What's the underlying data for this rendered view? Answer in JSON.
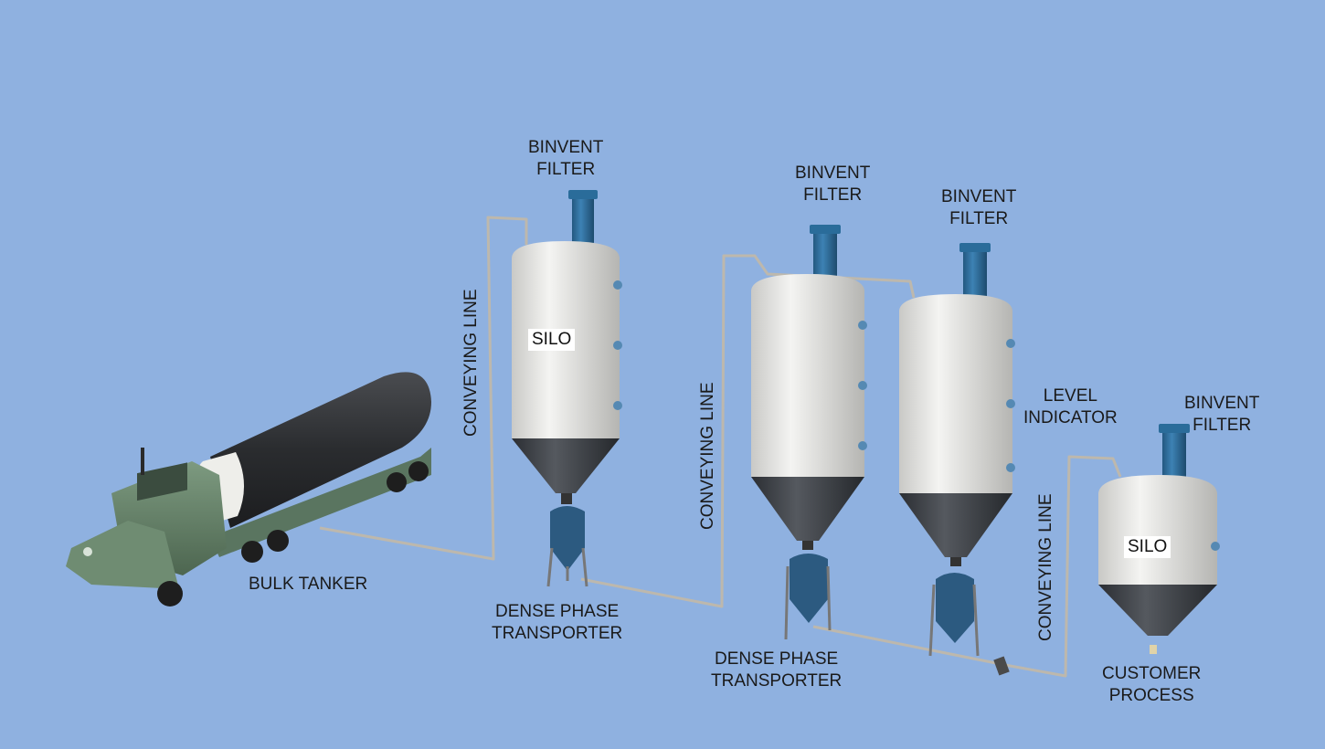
{
  "labels": {
    "binvent_1": [
      "BINVENT",
      "FILTER"
    ],
    "binvent_2": [
      "BINVENT",
      "FILTER"
    ],
    "binvent_3": [
      "BINVENT",
      "FILTER"
    ],
    "binvent_4": [
      "BINVENT",
      "FILTER"
    ],
    "silo_1": "SILO",
    "silo_2": "SILO",
    "conveying_1": "CONVEYING LINE",
    "conveying_2": "CONVEYING LINE",
    "conveying_3": "CONVEYING LINE",
    "level_indicator": [
      "LEVEL",
      "INDICATOR"
    ],
    "bulk_tanker": "BULK TANKER",
    "dense_1": [
      "DENSE PHASE",
      "TRANSPORTER"
    ],
    "dense_2": [
      "DENSE PHASE",
      "TRANSPORTER"
    ],
    "customer": [
      "CUSTOMER",
      "PROCESS"
    ]
  },
  "colors": {
    "background": "#8fb1e0",
    "silo_body": "#e2e2e0",
    "cone": "#3b3f45",
    "filter": "#2f6e9c",
    "pipe": "#b8b3a8",
    "truck": "#5f7c62",
    "tank": "#2c2e31"
  }
}
